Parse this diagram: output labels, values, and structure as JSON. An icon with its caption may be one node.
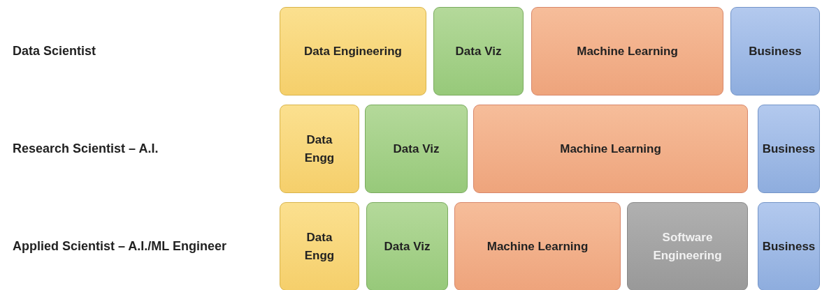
{
  "diagram": {
    "nodes": [
      {
        "text": [
          "Data Engineering"
        ]
      },
      {
        "text": [
          "Data Viz"
        ]
      },
      {
        "text": [
          "Machine Learning"
        ]
      },
      {
        "text": [
          "Business"
        ]
      },
      {
        "text": [
          "Data Engg"
        ]
      },
      {
        "text": [
          "Data Viz"
        ]
      },
      {
        "text": [
          "Machine Learning"
        ]
      },
      {
        "text": [
          "Business"
        ]
      },
      {
        "text": [
          "Data Engg"
        ]
      },
      {
        "text": [
          "Data Viz"
        ]
      },
      {
        "text": [
          "Machine Learning"
        ]
      },
      {
        "text": [
          "Software Engineering"
        ]
      },
      {
        "text": [
          "Business"
        ]
      }
    ],
    "labels": [
      "Data Scientist",
      "Research Scientist – A.I.",
      "Applied Scientist – A.I./ML Engineer"
    ]
  }
}
